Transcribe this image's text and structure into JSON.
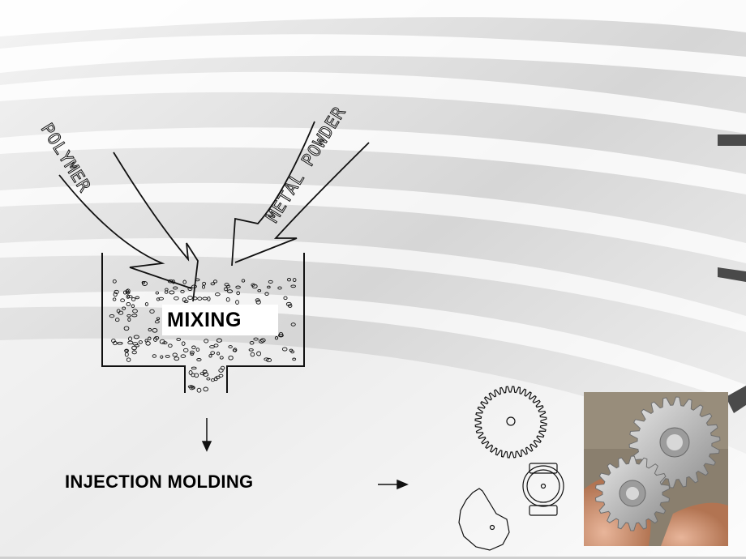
{
  "labels": {
    "polymer": "POLYMER",
    "metal_powder": "METAL POWDER",
    "mixing": "MIXING",
    "injection_molding": "INJECTION MOLDING"
  },
  "colors": {
    "line": "#111111",
    "photo_bg": "#8a7f6e",
    "gear_metal": "#c9c9c9"
  },
  "icons": [
    "gear-outline-icon",
    "watch-case-outline-icon",
    "cam-outline-icon",
    "gear-photo"
  ]
}
